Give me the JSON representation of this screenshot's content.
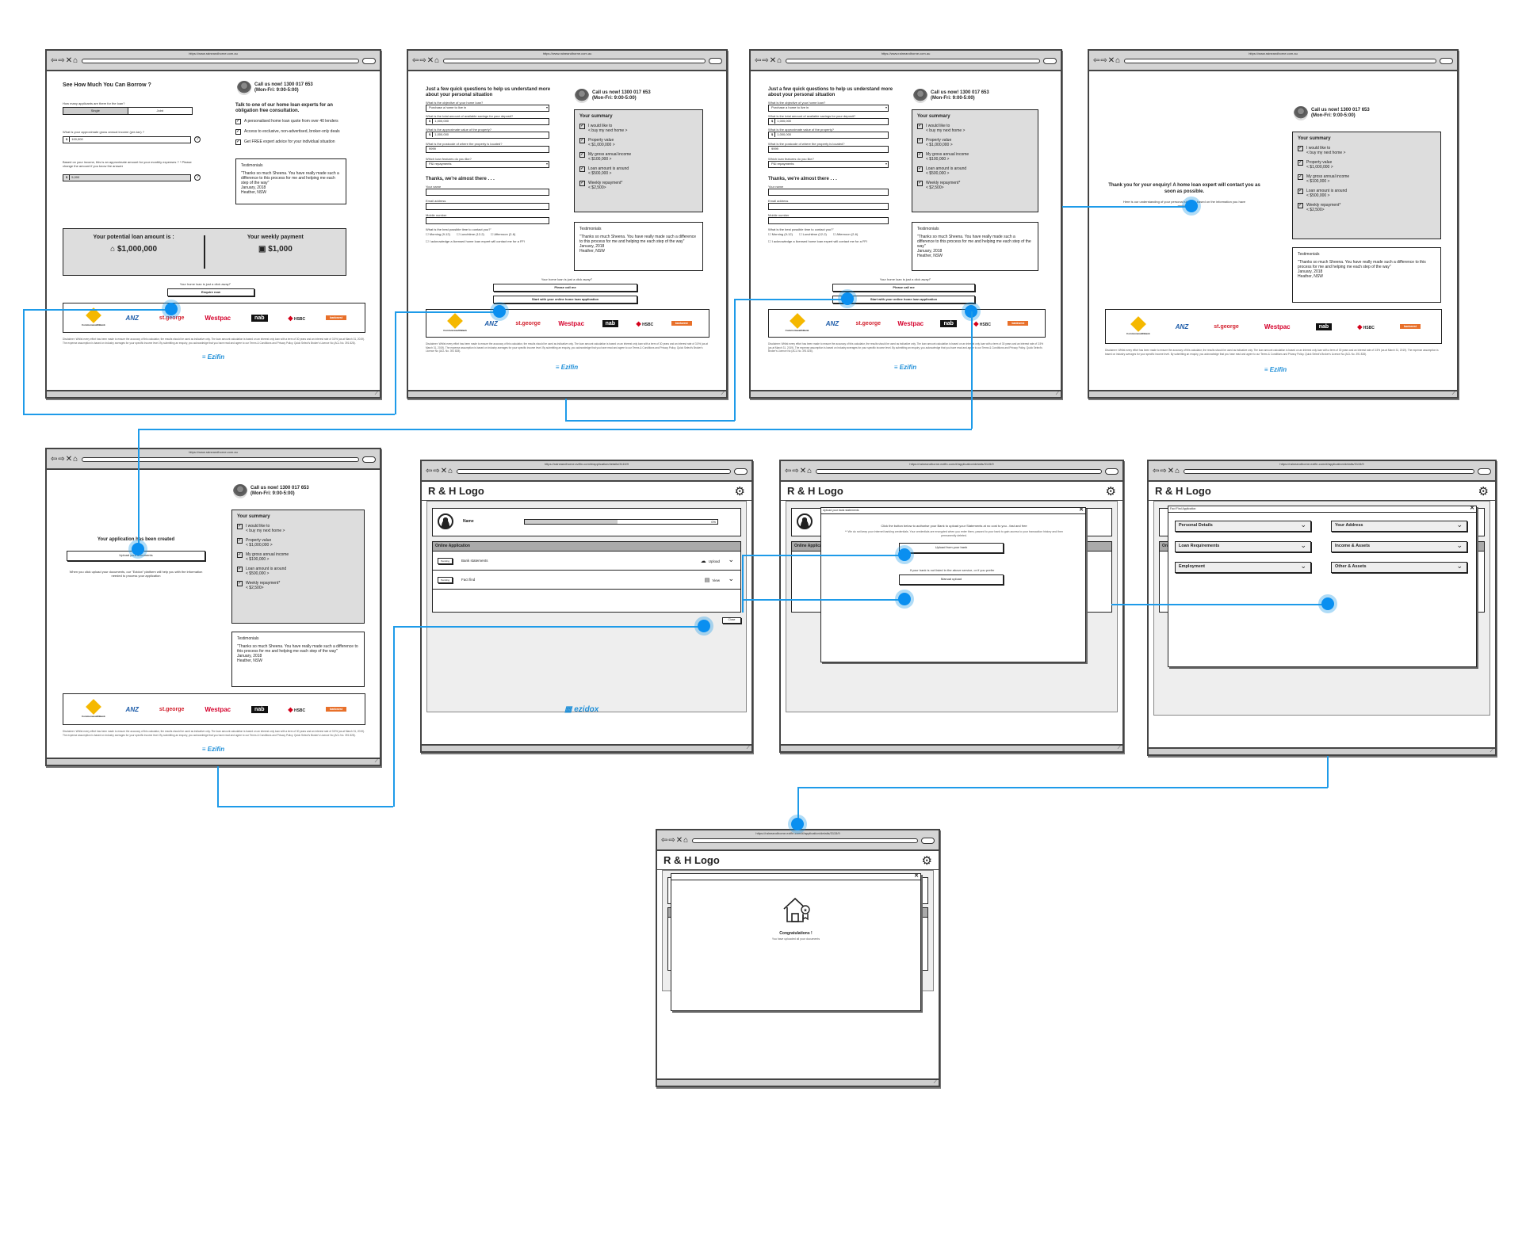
{
  "browser": {
    "url_site": "https://www.raineandhorne.com.au",
    "url_app": "https://raineandhorne.ezifin.com/#/application/details/3115/9",
    "nav_icons": [
      "back-arrow-icon",
      "forward-arrow-icon",
      "stop-icon",
      "home-icon"
    ]
  },
  "common": {
    "call_line1": "Call us now! 1300 017 653",
    "call_line2": "(Mon-Fri: 9:00-5:00)",
    "cta_text": "Your home loan is just a click away!\"",
    "testimonials": {
      "title": "Testimonials",
      "quote": "\"Thanks so much Sheena. You have really made such a difference to this process for me and helping me each step of the way\"",
      "date": "January, 2018",
      "author": "Heather, NSW"
    },
    "summary": {
      "title": "Your summary",
      "items": [
        {
          "label": "I would like to",
          "value": "< buy my next home >"
        },
        {
          "label": "Property value",
          "value": "< $1,000,000 >"
        },
        {
          "label": "My gross annual income",
          "value": "< $100,000 >"
        },
        {
          "label": "Loan amount is around",
          "value": "< $500,000 >"
        },
        {
          "label": "Weekly repayment*",
          "value": "< $2,500>"
        }
      ]
    },
    "banks": [
      "CommonwealthBank",
      "ANZ",
      "st.george",
      "Westpac",
      "nab",
      "HSBC",
      "bankwest"
    ],
    "disclaimer": "Disclaimer: Whilst every effort has been made to ensure the accuracy of this calculator, the results should be used as indicative only. The loan amount calculation is based on an interest only loan with a term of 30 years and an interest rate of 3.5% (as at March 31, 2019). The expense assumption is based on industry averages for your specific income level. By submitting an enquiry, you acknowledge that you have read and agree to our Terms & Conditions and Privacy Policy. Quick Select's Broker's Licence No (ACL No. 391 828).",
    "footer_brand": "Ezifin",
    "app_logo": "R & H Logo",
    "ezidox": "ezidox"
  },
  "screen1": {
    "title": "See How Much You Can Borrow ?",
    "applicants_q": "How many applicants are there for the loan?",
    "applicants_opts": [
      "Single",
      "Joint"
    ],
    "income_q": "What is your approximate gross annual income (pre-tax) ?",
    "income_val": "100,000",
    "expenses_q": "Based on your income, this is an approximate amount for your monthly expenses ? * Please change the amount if you know the answer",
    "expenses_val": "5,000",
    "talk_heading": "Talk to one of our home loan experts for an obligation free consultation.",
    "benefits": [
      "A personalised home loan quote from over 40 lenders",
      "Access to exclusive, non-advertised, broker-only deals",
      "Get FREE expert advice for your individual situation"
    ],
    "loan_label": "Your potential loan amount is :",
    "loan_value": "$1,000,000",
    "weekly_label": "Your weekly payment",
    "weekly_value": "$1,000",
    "enquire_btn": "Enquire now"
  },
  "screen2": {
    "title": "Just a few quick questions to help us understand more about your personal situation",
    "q_objective": "What is the objective of your home loan?",
    "v_objective": "Purchase a home to live in",
    "q_savings": "What is the total amount of available savings for your deposit?",
    "v_savings": "1,000,000",
    "q_value": "What is the approximate value of the property?",
    "v_value": "1,000,000",
    "q_postcode": "What is the postcode of where the property is located?",
    "v_postcode": "9999",
    "q_features": "Which loan features do you like?",
    "v_features": "P&I repayments",
    "almost": "Thanks, we're almost there . . .",
    "name_label": "Your name",
    "email_label": "Email address",
    "mobile_label": "Mobile number",
    "contact_q": "What is the best possible time to contact you?\"",
    "contact_opts": [
      "Morning (9-12)",
      "Lunchtime (12-2)",
      "Afternoon (2-6)"
    ],
    "ack": "I acknowledge a licensed home loan expert will contact me for a FFI",
    "call_btn": "Please call me",
    "start_btn": "Start with your online home loan application"
  },
  "screen4": {
    "thanks": "Thank you for your enquiry! A home loan expert will contact you as soon as possible.",
    "understanding": "Here is our understanding of your personal situation based on the information you have provided\""
  },
  "screen5": {
    "created": "Your application has been created",
    "upload_btn": "Upload your documents",
    "note": "When you click upload your documents, our \"Ezidox\" platform will help you with the information needed to process your application"
  },
  "screen6": {
    "name_label": "Name",
    "progress": "0%",
    "section": "Online Application",
    "rows": [
      {
        "status": "Pending",
        "label": "Bank statements",
        "action": "Upload",
        "action_icon": "cloud-upload-icon"
      },
      {
        "status": "Pending",
        "label": "Fact find",
        "action": "View",
        "action_icon": "document-icon"
      }
    ],
    "close_btn": "Close"
  },
  "screen7": {
    "modal_title": "Upload your bank statements",
    "instruction": "Click the button below to authorise your Bank to upload your Statements at no cost to you - fast and free",
    "note": "** We do not keep your internet banking credentials. Your credentials are encrypted when you enter them, passed to your bank to gain access to your transaction history and then permanently deleted.",
    "upload_bank_btn": "Upload from your bank",
    "alt_text": "If your bank is not listed in the above service, or if you prefer",
    "manual_btn": "Manual upload"
  },
  "screen8": {
    "modal_title": "Fact Find Application",
    "sections": [
      "Personal Details",
      "Your Address",
      "Loan Requirements",
      "Income & Assets",
      "Employment",
      "Other & Assets"
    ]
  },
  "screen9": {
    "title": "Congratulations !",
    "subtitle": "You have uploaded all your documents"
  },
  "colors": {
    "connector": "#1e9be9",
    "panel_grey": "#dddddd",
    "chrome_grey": "#d4d4d4"
  }
}
